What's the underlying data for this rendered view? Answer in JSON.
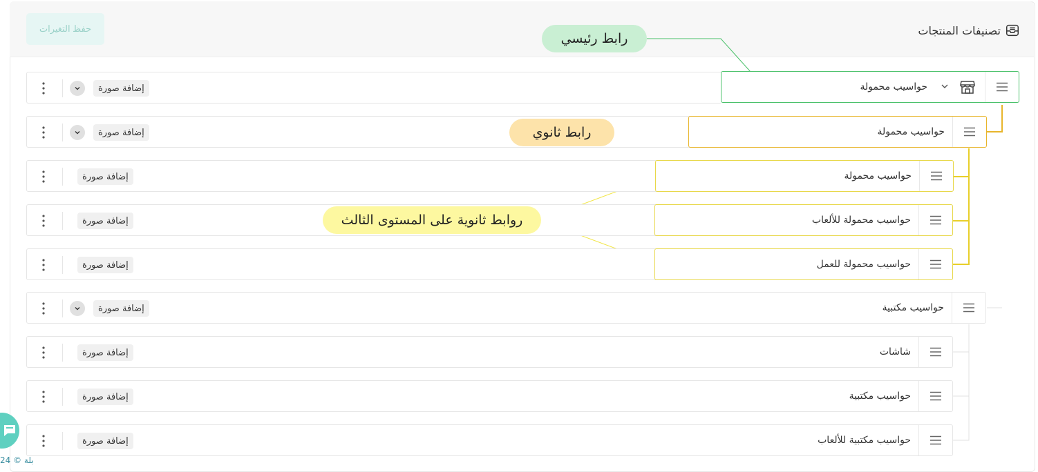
{
  "page": {
    "title": "تصنيفات المنتجات",
    "save_label": "حفظ التغيرات",
    "footer": "بلة © 24"
  },
  "callouts": {
    "main": "رابط رئيسي",
    "secondary": "رابط ثانوي",
    "third": "روابط ثانوية على المستوى الثالث"
  },
  "rows": [
    {
      "label": "حواسيب محمولة",
      "add_image": "إضافة صورة"
    },
    {
      "label": "حواسيب محمولة",
      "add_image": "إضافة صورة"
    },
    {
      "label": "حواسيب محمولة",
      "add_image": "إضافة صورة"
    },
    {
      "label": "حواسيب محمولة للألعاب",
      "add_image": "إضافة صورة"
    },
    {
      "label": "حواسيب محمولة للعمل",
      "add_image": "إضافة صورة"
    },
    {
      "label": "حواسيب مكتبية",
      "add_image": "إضافة صورة"
    },
    {
      "label": "شاشات",
      "add_image": "إضافة صورة"
    },
    {
      "label": "حواسيب مكتبية",
      "add_image": "إضافة صورة"
    },
    {
      "label": "حواسيب مكتبية للألعاب",
      "add_image": "إضافة صورة"
    }
  ],
  "colors": {
    "main": "#4ac16a",
    "secondary": "#e8b52b",
    "third": "#e8d84a",
    "accent": "#5fd0c0"
  },
  "icons": {
    "title": "inbox-icon",
    "handle": "drag-handle-icon",
    "store": "store-icon",
    "expand": "chevron-down-icon",
    "menu": "kebab-menu-icon",
    "chat": "chat-icon"
  }
}
